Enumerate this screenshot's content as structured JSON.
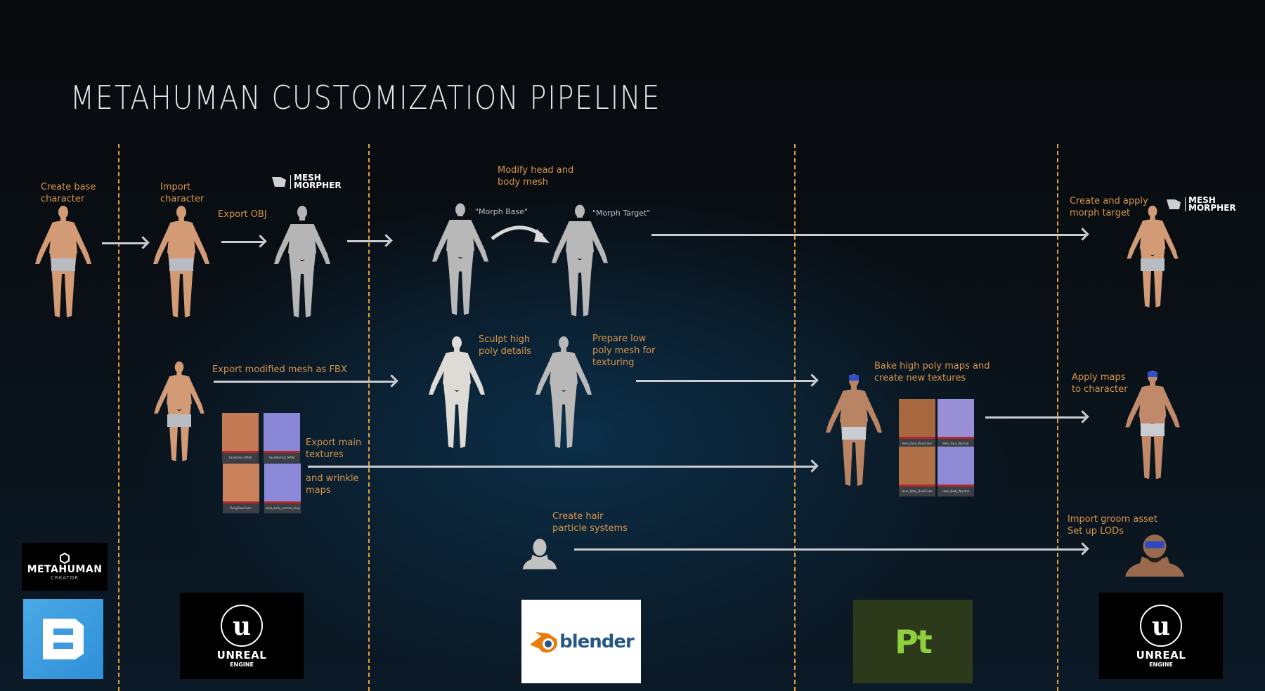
{
  "title": "METAHUMAN CUSTOMIZATION PIPELINE",
  "colors": {
    "accent_label": "#d9954a",
    "dashed_divider": "#e8a13a",
    "arrow": "#c9ccd1",
    "background": "#0a1016"
  },
  "steps": {
    "create_base": "Create base\ncharacter",
    "import_character": "Import\ncharacter",
    "export_obj": "Export OBJ",
    "modify_mesh": "Modify head and\nbody mesh",
    "morph_base": "\"Morph Base\"",
    "morph_target": "\"Morph Target\"",
    "create_apply_morph": "Create and apply\nmorph target",
    "export_fbx": "Export modified mesh as FBX",
    "sculpt_high": "Sculpt high\npoly details",
    "prepare_low": "Prepare low\npoly mesh for\ntexturing",
    "bake_maps": "Bake high poly maps and\ncreate new textures",
    "apply_maps": "Apply maps\nto character",
    "export_textures": "Export main\ntextures",
    "wrinkle_maps": "and wrinkle\nmaps",
    "create_hair": "Create hair\nparticle systems",
    "import_groom": "Import groom asset\nSet up LODs"
  },
  "textures_main": [
    {
      "name": "FaceColor_MAIN",
      "color": "#c47a55"
    },
    {
      "name": "FaceNormal_MAIN",
      "color": "#8a86d8"
    },
    {
      "name": "BodyBaseColor",
      "color": "#c9825c"
    },
    {
      "name": "male_body_normal_map",
      "color": "#8c8ad8"
    }
  ],
  "textures_hero": [
    {
      "name": "Hero_Face_BaseColor",
      "color": "#a8683f"
    },
    {
      "name": "Hero_Face_Normal",
      "color": "#9a90d8"
    },
    {
      "name": "Hero_Body_BaseColor",
      "color": "#b07048"
    },
    {
      "name": "Hero_Body_Normal",
      "color": "#8f8ad6"
    }
  ],
  "logos": {
    "mesh_morpher_line1": "MESH",
    "mesh_morpher_line2": "MORPHER",
    "metahuman": "METAHUMAN",
    "metahuman_sub": "CREATOR",
    "unreal": "UNREAL",
    "unreal_sub": "ENGINE",
    "blender": "blender",
    "painter": "Pt"
  }
}
